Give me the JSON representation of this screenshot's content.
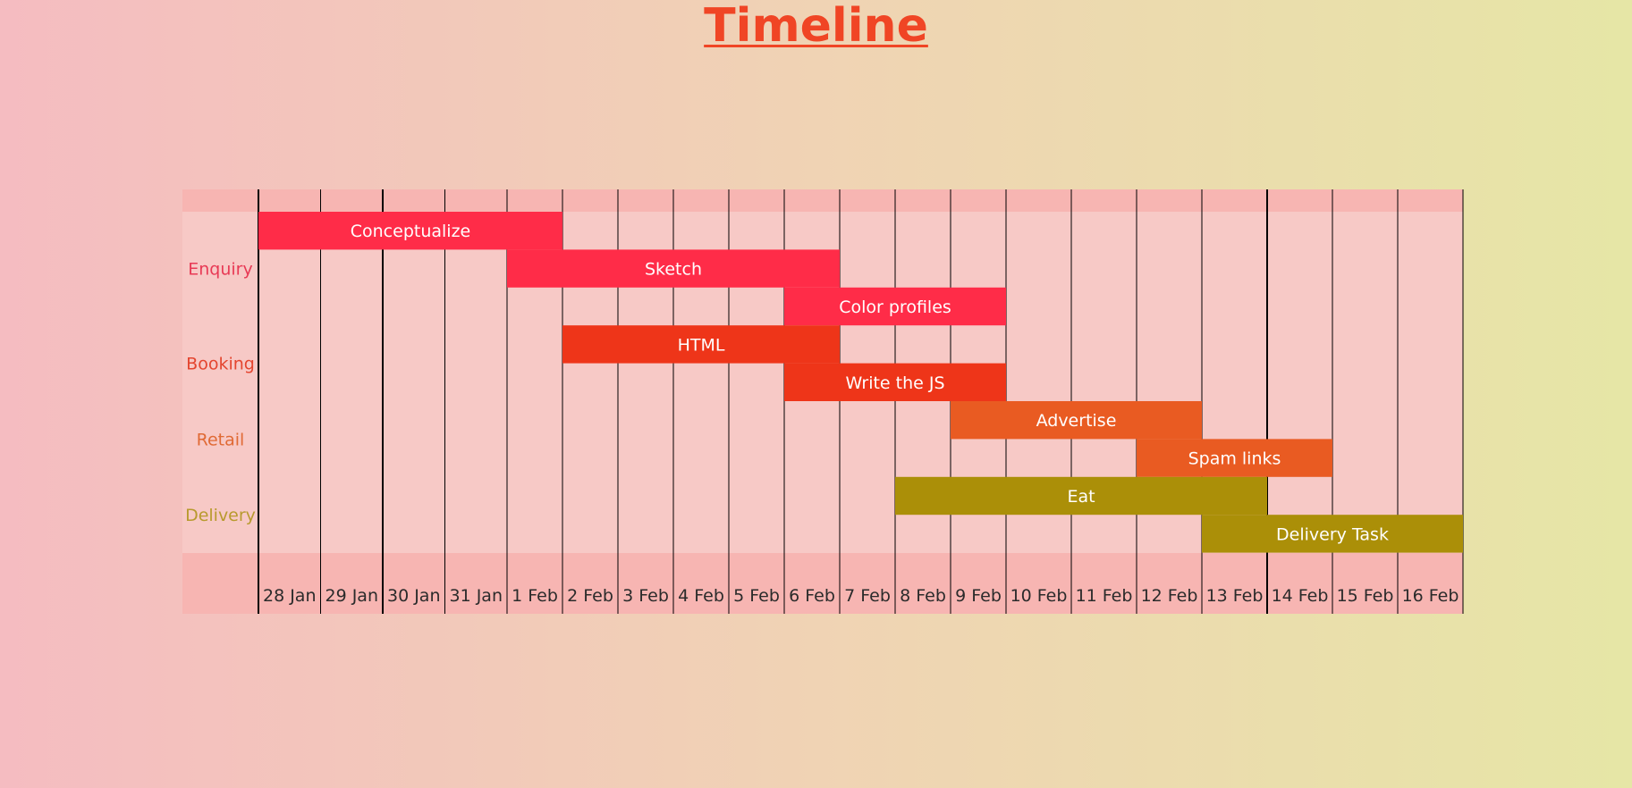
{
  "page": {
    "title": "Timeline"
  },
  "chart_data": {
    "type": "gantt",
    "title": "Timeline",
    "dates": [
      "28 Jan",
      "29 Jan",
      "30 Jan",
      "31 Jan",
      "1 Feb",
      "2 Feb",
      "3 Feb",
      "4 Feb",
      "5 Feb",
      "6 Feb",
      "7 Feb",
      "8 Feb",
      "9 Feb",
      "10 Feb",
      "11 Feb",
      "12 Feb",
      "13 Feb",
      "14 Feb",
      "15 Feb",
      "16 Feb"
    ],
    "categories": [
      {
        "name": "Enquiry",
        "color": "#e83a55",
        "tasks": [
          0,
          1,
          2
        ]
      },
      {
        "name": "Booking",
        "color": "#e4452f",
        "tasks": [
          3,
          4
        ]
      },
      {
        "name": "Retail",
        "color": "#e06a35",
        "tasks": [
          5,
          6
        ]
      },
      {
        "name": "Delivery",
        "color": "#b89a2e",
        "tasks": [
          7,
          8
        ]
      }
    ],
    "tasks": [
      {
        "name": "Conceptualize",
        "category": "Enquiry",
        "start": "28 Jan",
        "end": "2 Feb",
        "color": "#ff2c48"
      },
      {
        "name": "Sketch",
        "category": "Enquiry",
        "start": "1 Feb",
        "end": "7 Feb",
        "color": "#ff2c48"
      },
      {
        "name": "Color profiles",
        "category": "Enquiry",
        "start": "6 Feb",
        "end": "10 Feb",
        "color": "#ff2c48"
      },
      {
        "name": "HTML",
        "category": "Booking",
        "start": "2 Feb",
        "end": "7 Feb",
        "color": "#ee3519"
      },
      {
        "name": "Write the JS",
        "category": "Booking",
        "start": "6 Feb",
        "end": "10 Feb",
        "color": "#ee3519"
      },
      {
        "name": "Advertise",
        "category": "Retail",
        "start": "9 Feb",
        "end": "13 Feb",
        "color": "#e95b22"
      },
      {
        "name": "Spam links",
        "category": "Retail",
        "start": "12 Feb",
        "end": "15 Feb",
        "color": "#e95b22"
      },
      {
        "name": "Eat",
        "category": "Delivery",
        "start": "8 Feb",
        "end": "14 Feb",
        "color": "#ab8f08"
      },
      {
        "name": "Delivery Task",
        "category": "Delivery",
        "start": "13 Feb",
        "end": "17 Feb",
        "color": "#ab8f08"
      }
    ],
    "legend": "none",
    "grid": true
  }
}
